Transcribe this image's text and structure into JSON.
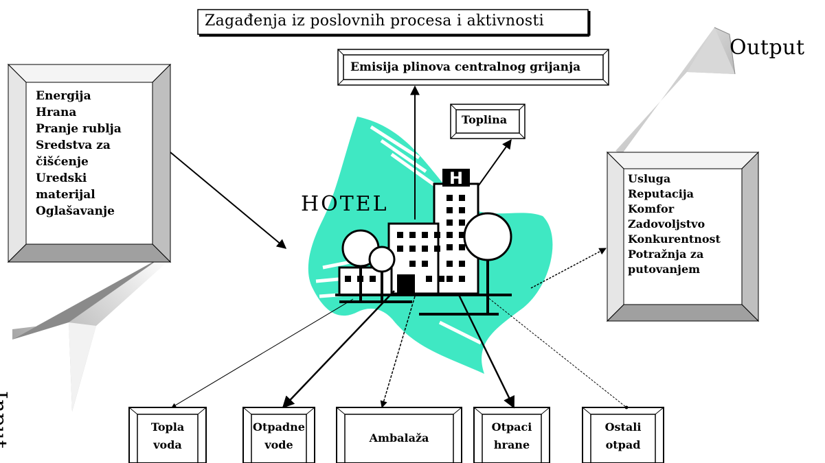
{
  "title": "Zagađenja iz poslovnih procesa i aktivnosti",
  "emission_box": "Emisija plinova centralnog grijanja",
  "heat_box": "Toplina",
  "hotel_label": "HOTEL",
  "hotel_sign_letter": "H",
  "input_label": "Input",
  "output_label": "Output",
  "inputs": [
    "Energija",
    "Hrana",
    "Pranje rublja",
    "Sredstva za",
    "čišćenje",
    "Uredski",
    "materijal",
    "Oglašavanje"
  ],
  "outputs": [
    "Usluga",
    "Reputacija",
    "Komfor",
    "Zadovoljstvo",
    "Konkurentnost",
    "Potražnja za",
    "putovanjem"
  ],
  "waste_boxes": [
    {
      "line1": "Topla",
      "line2": "voda"
    },
    {
      "line1": "Otpadne",
      "line2": "vode"
    },
    {
      "line1": "Ambalaža",
      "line2": ""
    },
    {
      "line1": "Otpaci",
      "line2": "hrane"
    },
    {
      "line1": "Ostali",
      "line2": "otpad"
    }
  ],
  "colors": {
    "accent": "#3FE8C3",
    "line": "#000000",
    "shadow": "#9a9a9a"
  }
}
